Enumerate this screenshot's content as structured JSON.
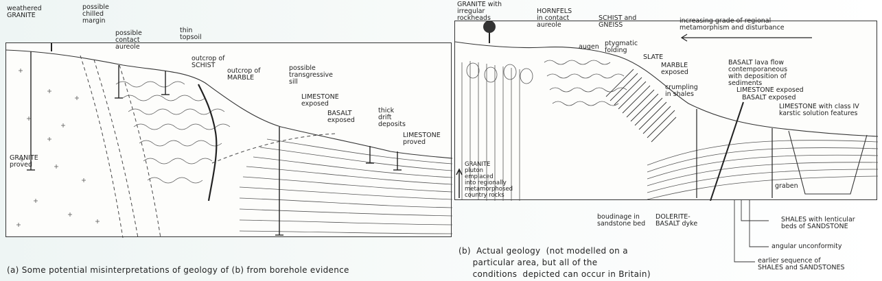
{
  "panel_a": {
    "labels": {
      "weathered_granite": "weathered\nGRANITE",
      "chilled_margin": "possible\nchilled\nmargin",
      "contact_aureole": "possible\ncontact\naureole",
      "thin_topsoil": "thin\ntopsoil",
      "outcrop_schist": "outcrop of\nSCHIST",
      "outcrop_marble": "outcrop of\nMARBLE",
      "transgressive_sill": "possible\ntransgressive\nsill",
      "limestone_exposed": "LIMESTONE\nexposed",
      "basalt_exposed": "BASALT\nexposed",
      "drift_deposits": "thick\ndrift\ndeposits",
      "limestone_proved": "LIMESTONE\nproved",
      "granite_proved": "GRANITE\nproved"
    },
    "caption": "(a)  Some potential misinterpretations of geology of (b) from borehole evidence"
  },
  "panel_b": {
    "labels": {
      "granite_rockheads": "GRANITE with\nirregular\nrockheads",
      "hornfels": "HORNFELS\nin contact\naureole",
      "augen": "augen",
      "schist_gneiss": "SCHIST and\nGNEISS",
      "ptygmatic": "ptygmatic\nfolding",
      "slate": "SLATE",
      "marble_exposed": "MARBLE\nexposed",
      "crumpling": "crumpling\nin shales",
      "metamorphism_grade": "increasing grade of regional\nmetamorphism and disturbance",
      "basalt_lava": "BASALT lava flow\ncontemporaneous\nwith deposition of\nsediments",
      "limestone_exposed": "LIMESTONE exposed",
      "basalt_exposed": "BASALT exposed",
      "limestone_karstic": "LIMESTONE with class IV\nkarstic solution features",
      "granite_pluton": "GRANITE\npluton\nemplaced\ninto regionally\nmetamorphosed\ncountry rocks",
      "boudinage": "boudinage in\nsandstone bed",
      "dyke": "DOLERITE-\nBASALT dyke",
      "graben": "graben",
      "shales_lenticular": "SHALES with lenticular\nbeds of SANDSTONE",
      "unconformity": "angular unconformity",
      "earlier_sequence": "earlier sequence of\nSHALES and SANDSTONES"
    },
    "caption": "(b)  Actual geology  (not modelled on a\n     particular area, but all of the\n     conditions  depicted can occur in Britain)"
  }
}
